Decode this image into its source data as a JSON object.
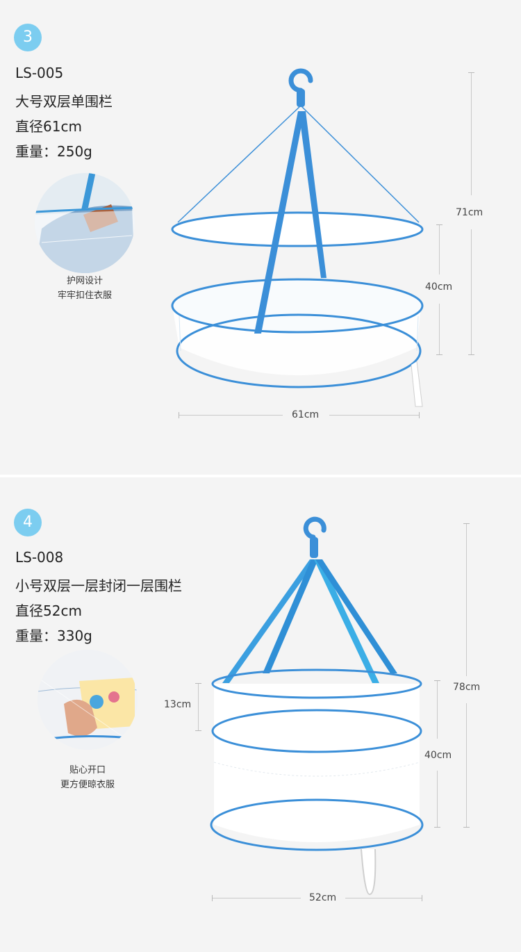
{
  "products": [
    {
      "index": "3",
      "model": "LS-005",
      "name": "大号双层单围栏",
      "diameter": "直径61cm",
      "weight": "重量：250g",
      "feature_line1": "护网设计",
      "feature_line2": "牢牢扣住衣服",
      "dim_height_total": "71cm",
      "dim_height_body": "40cm",
      "dim_width": "61cm"
    },
    {
      "index": "4",
      "model": "LS-008",
      "name": "小号双层一层封闭一层围栏",
      "diameter": "直径52cm",
      "weight": "重量：330g",
      "feature_line1": "贴心开口",
      "feature_line2": "更方便晾衣服",
      "dim_height_total": "78cm",
      "dim_height_body": "40cm",
      "dim_height_top": "13cm",
      "dim_width": "52cm"
    }
  ],
  "colors": {
    "accent_blue": "#2f8fd6",
    "badge": "#7ccdf0",
    "mesh": "#ffffff",
    "background": "#f4f4f4"
  },
  "icons": {
    "hook": "hook-icon"
  }
}
